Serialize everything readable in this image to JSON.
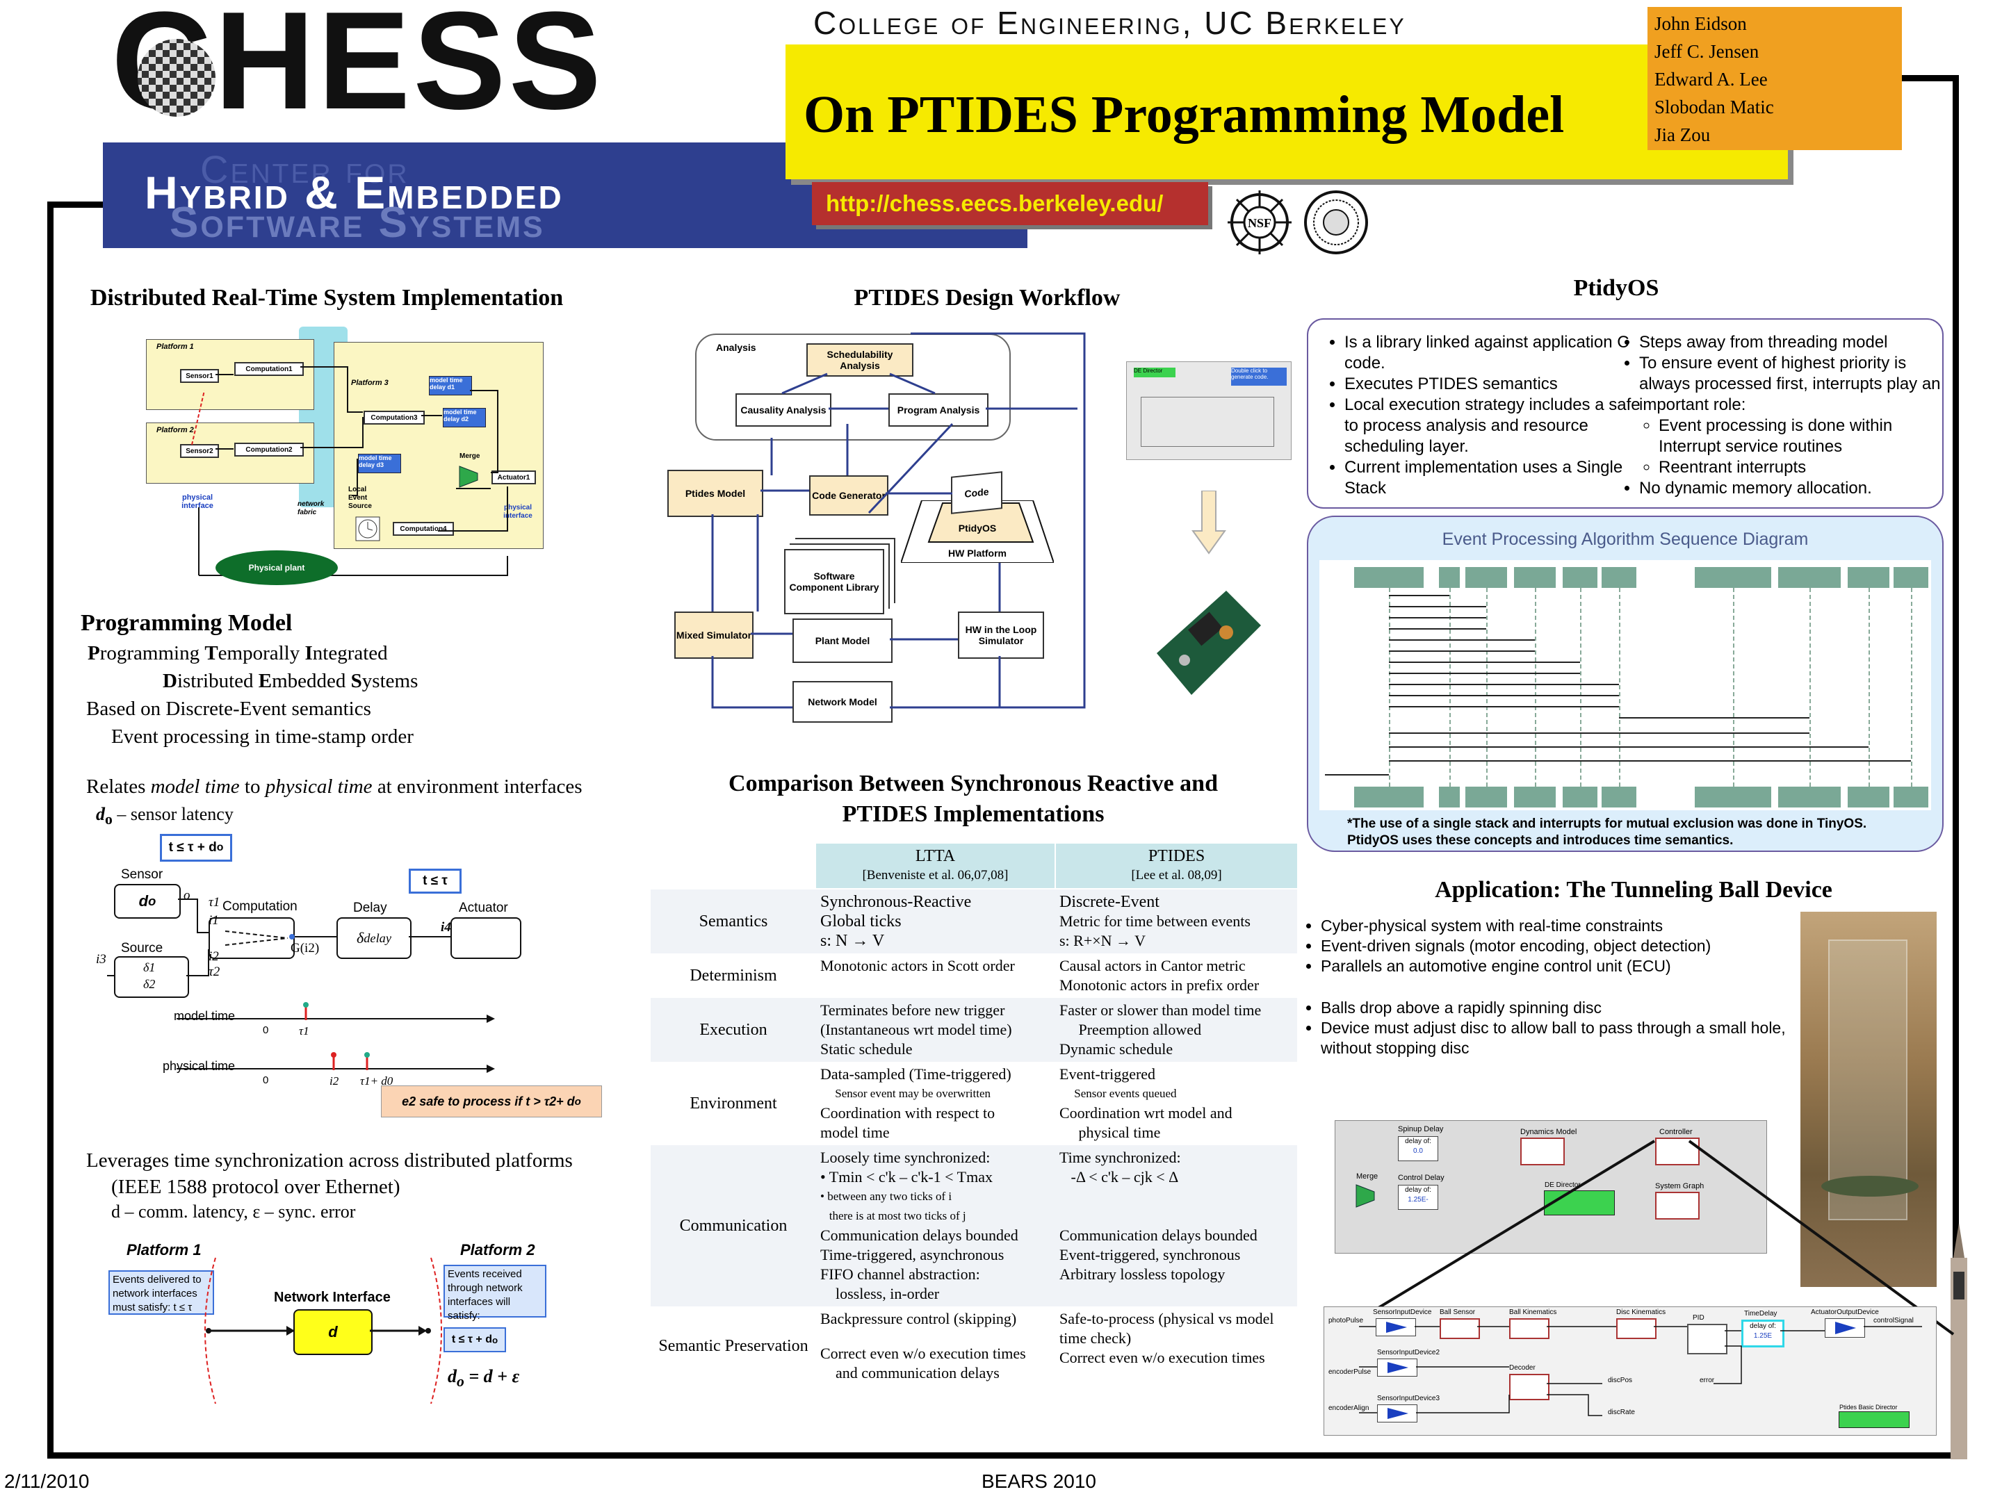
{
  "header": {
    "logo_word": "CHESS",
    "center_line1": "Center for",
    "center_line2": "Hybrid & Embedded",
    "center_line3": "Software Systems",
    "college": "College of Engineering, UC Berkeley",
    "title": "On PTIDES Programming Model",
    "url": "http://chess.eecs.berkeley.edu/",
    "authors": [
      "John Eidson",
      "Jeff C. Jensen",
      "Edward A. Lee",
      "Slobodan Matic",
      "Jia Zou"
    ],
    "nsf_label": "NSF"
  },
  "footer": {
    "date": "2/11/2010",
    "event": "BEARS 2010"
  },
  "colors": {
    "header_blue": "#2e3f8f",
    "title_yellow": "#f6ea00",
    "authors_orange": "#f0a020",
    "url_red": "#b5302e",
    "table_head": "#c9e6ea"
  },
  "distributed": {
    "title": "Distributed Real-Time System Implementation",
    "platform1": "Platform 1",
    "platform2": "Platform 2",
    "platform3": "Platform 3",
    "sensor1": "Sensor1",
    "sensor2": "Sensor2",
    "computation1": "Computation1",
    "computation2": "Computation2",
    "computation3": "Computation3",
    "computation4": "Computation4",
    "mtd1": "model time delay d1",
    "mtd2": "model time delay d2",
    "mtd3": "model time delay d3",
    "merge": "Merge",
    "actuator1": "Actuator1",
    "phys_if_left": "physical interface",
    "phys_if_right": "physical interface",
    "network_fabric": "network fabric",
    "local_event_source": "Local Event Source",
    "physical_plant": "Physical plant"
  },
  "programming_model": {
    "title": "Programming Model",
    "line1_parts": [
      "P",
      "rogramming ",
      "T",
      "emporally ",
      "I",
      "ntegrated"
    ],
    "line2_parts": [
      "D",
      "istributed ",
      "E",
      "mbedded ",
      "S",
      "ystems"
    ],
    "line3": "Based on Discrete-Event semantics",
    "line4": "Event processing in time-stamp order",
    "relates_a": "Relates ",
    "relates_model": "model time",
    "relates_b": " to ",
    "relates_physical": "physical time",
    "relates_c": " at environment interfaces",
    "d0": "d",
    "d0_sub": "o",
    "sensor_latency": " – sensor latency"
  },
  "timing_diagram": {
    "constraint1": "t ≤ τ + d",
    "constraint1_sub": "o",
    "constraint2": "t ≤ τ",
    "sensor": "Sensor",
    "do_label": "d",
    "do_sub": "o",
    "computation": "Computation",
    "delay": "Delay",
    "delta_delay": "δ",
    "delta_sub": "delay",
    "actuator": "Actuator",
    "source": "Source",
    "delta1": "δ1",
    "delta2": "δ2",
    "o": "o",
    "tau1": "τ1",
    "tau2": "τ2",
    "i1": "i1",
    "i2": "i2",
    "i3": "i3",
    "i4": "i4",
    "g": "G(i2)",
    "model_time": "model time",
    "physical_time": "physical time",
    "zero": "0",
    "tick_tau1": "τ1",
    "tick_i2": "i2",
    "tick_tau1_d0": "τ1+ d0",
    "safe_callout": "e2  safe to process if  t > τ2+ d",
    "safe_sub": "o"
  },
  "sync": {
    "line1": "Leverages time synchronization across distributed platforms",
    "line2": "(IEEE 1588 protocol over Ethernet)",
    "line3": "d – comm. latency, ε – sync. error",
    "platform1": "Platform 1",
    "platform2": "Platform 2",
    "network_interface": "Network Interface",
    "d": "d",
    "delivered": "Events delivered to network interfaces must satisfy: t ≤ τ",
    "received": "Events received through network interfaces will satisfy:",
    "received_constraint": "t ≤ τ + d",
    "received_sub": "o",
    "formula": "d",
    "formula_sub": "o",
    "formula_rest": " = d + ε"
  },
  "workflow": {
    "title": "PTIDES Design Workflow",
    "analysis": "Analysis",
    "schedulability": "Schedulability Analysis",
    "causality": "Causality Analysis",
    "program_analysis": "Program Analysis",
    "ptides_model": "Ptides Model",
    "code_generator": "Code Generator",
    "code": "Code",
    "ptidyos": "PtidyOS",
    "hw_platform": "HW Platform",
    "software_lib": "Software Component Library",
    "mixed_simulator": "Mixed Simulator",
    "plant_model": "Plant Model",
    "hw_loop": "HW in the Loop Simulator",
    "network_model": "Network Model"
  },
  "comparison": {
    "title_line1": "Comparison Between Synchronous Reactive and",
    "title_line2": "PTIDES Implementations",
    "col_ltta": "LTTA",
    "col_ltta_ref": "[Benveniste  et al. 06,07,08]",
    "col_ptides": "PTIDES",
    "col_ptides_ref": "[Lee et al. 08,09]",
    "rows": [
      {
        "label": "Semantics",
        "ltta": [
          "Synchronous-Reactive",
          "Global ticks",
          "s: N → V"
        ],
        "ptides": [
          "Discrete-Event",
          "Metric for time between events",
          "s: R+×N → V"
        ]
      },
      {
        "label": "Determinism",
        "ltta": [
          "Monotonic actors in Scott order"
        ],
        "ptides": [
          "Causal actors in Cantor metric",
          "Monotonic actors in prefix order"
        ]
      },
      {
        "label": "Execution",
        "ltta": [
          "Terminates before new trigger",
          "(Instantaneous wrt model time)",
          "Static schedule"
        ],
        "ptides": [
          "Faster or slower than model time",
          "     Preemption allowed",
          "Dynamic schedule"
        ]
      },
      {
        "label": "Environment",
        "ltta": [
          "Data-sampled (Time-triggered)",
          "     Sensor event may be overwritten",
          "Coordination with respect to",
          "model time"
        ],
        "ptides": [
          "Event-triggered",
          "     Sensor events queued",
          "Coordination wrt model and",
          "     physical time"
        ]
      },
      {
        "label": "Communication",
        "ltta": [
          "Loosely time synchronized:",
          "• Tmin < c'k – c'k-1 < Tmax",
          "• between any two ticks of i",
          "   there is at most two ticks of j",
          "Communication  delays bounded",
          "Time-triggered, asynchronous",
          "FIFO channel abstraction:",
          "    lossless, in-order"
        ],
        "ptides": [
          "Time synchronized:",
          "   -Δ < c'k – cjk < Δ",
          "",
          "",
          "Communication  delays bounded",
          "Event-triggered, synchronous",
          "Arbitrary lossless topology"
        ]
      },
      {
        "label": "Semantic Preservation",
        "ltta": [
          "Backpressure control (skipping)",
          "",
          "Correct even w/o execution times",
          "    and communication delays"
        ],
        "ptides": [
          "Safe-to-process (physical vs model",
          "time check)",
          "Correct even w/o execution times"
        ]
      }
    ]
  },
  "ptidyos": {
    "title": "PtidyOS",
    "left_bullets": [
      "Is a library linked against application C code.",
      "Executes PTIDES semantics",
      "Local execution strategy includes a safe to process analysis and resource scheduling layer.",
      "Current implementation uses a Single Stack"
    ],
    "right_bullets": [
      "Steps away from threading model",
      "To ensure event of highest priority is always processed first, interrupts play an important role:"
    ],
    "right_sub": [
      "Event processing is done within Interrupt service routines",
      "Reentrant interrupts"
    ],
    "right_last": "No dynamic memory allocation.",
    "seq_title": "Event Processing Algorithm Sequence Diagram",
    "seq_note1": "*The use of a single stack and  interrupts for mutual exclusion was done in TinyOS.",
    "seq_note2": "PtidyOS uses these concepts and introduces time semantics.",
    "de_director": "DE Director",
    "codegen_note": "Double click to generate code."
  },
  "application": {
    "title": "Application: The Tunneling Ball Device",
    "bullets1": [
      "Cyber-physical system with real-time constraints",
      "Event-driven signals (motor encoding, object detection)",
      "Parallels an automotive engine control unit (ECU)"
    ],
    "bullets2": [
      "Balls drop above a rapidly spinning disc",
      "Device must adjust disc to allow ball to pass through a small hole, without stopping disc"
    ],
    "model_spinup": "Spinup Delay",
    "model_delay_of": "delay of:",
    "model_delay_val": "0.0",
    "model_dynamics": "Dynamics Model",
    "model_controller": "Controller",
    "model_merge": "Merge",
    "model_control_delay": "Control Delay",
    "model_control_val": "1.25E-",
    "model_de_director": "DE Director",
    "model_system_graph": "System Graph",
    "zoom_sensor_input": "SensorInputDevice",
    "zoom_ball_sensor": "Ball Sensor",
    "zoom_ball_kin": "Ball Kinematics",
    "zoom_disc_kin": "Disc Kinematics",
    "zoom_pid": "PID",
    "zoom_time_delay": "TimeDelay",
    "zoom_actuator": "ActuatorOutputDevice",
    "zoom_control_signal": "controlSignal",
    "zoom_photo_pulse": "photoPulse",
    "zoom_encoder_pulse": "encoderPulse",
    "zoom_encoder_align": "encoderAlign",
    "zoom_sid2": "SensorInputDevice2",
    "zoom_sid3": "SensorInputDevice3",
    "zoom_decoder": "Decoder",
    "zoom_disc_pos": "discPos",
    "zoom_disc_rate": "discRate",
    "zoom_error": "error",
    "zoom_delay_val": "1.25E",
    "zoom_ptides_director": "Ptides Basic Director"
  }
}
